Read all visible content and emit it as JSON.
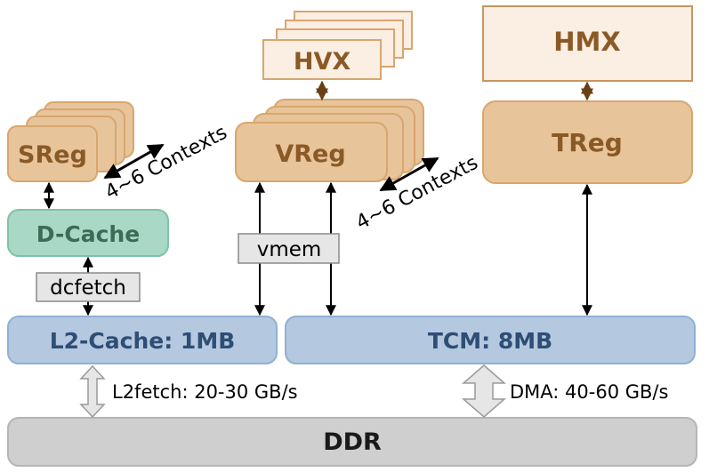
{
  "colors": {
    "reg_fill": "#e8c49a",
    "reg_stroke": "#c89660",
    "reg_text": "#8a5a26",
    "unit_fill": "#fbeee2",
    "dcache_fill": "#a9d9c6",
    "dcache_stroke": "#7fc2a8",
    "dcache_text": "#3d6b58",
    "mem_fill": "#b4c8e0",
    "mem_stroke": "#8fb0d4",
    "mem_text": "#2e4e74",
    "ddr_fill": "#cfcfcf",
    "ddr_stroke": "#b5b5b5",
    "tag_fill": "#e6e6e6",
    "tag_stroke": "#8a8a8a"
  },
  "blocks": {
    "sreg": "SReg",
    "vreg": "VReg",
    "treg": "TReg",
    "hvx": "HVX",
    "hmx": "HMX",
    "dcache": "D-Cache",
    "l2cache": "L2-Cache: 1MB",
    "tcm": "TCM: 8MB",
    "ddr": "DDR"
  },
  "labels": {
    "contexts_scalar": "4~6 Contexts",
    "contexts_vector": "4~6 Contexts",
    "dcfetch": "dcfetch",
    "vmem": "vmem",
    "l2fetch": "L2fetch: 20-30 GB/s",
    "dma": "DMA: 40-60 GB/s"
  }
}
